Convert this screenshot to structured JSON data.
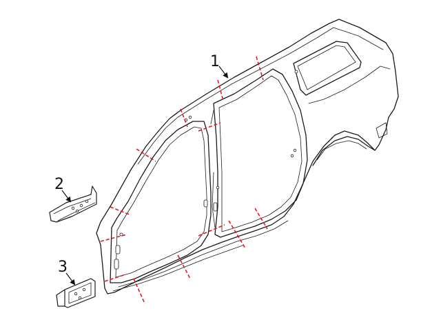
{
  "callouts": [
    {
      "id": "1",
      "label": "1"
    },
    {
      "id": "2",
      "label": "2"
    },
    {
      "id": "3",
      "label": "3"
    }
  ],
  "colors": {
    "outline": "#1a1a1a",
    "cut_lines": "#e8141e",
    "background": "#ffffff"
  }
}
